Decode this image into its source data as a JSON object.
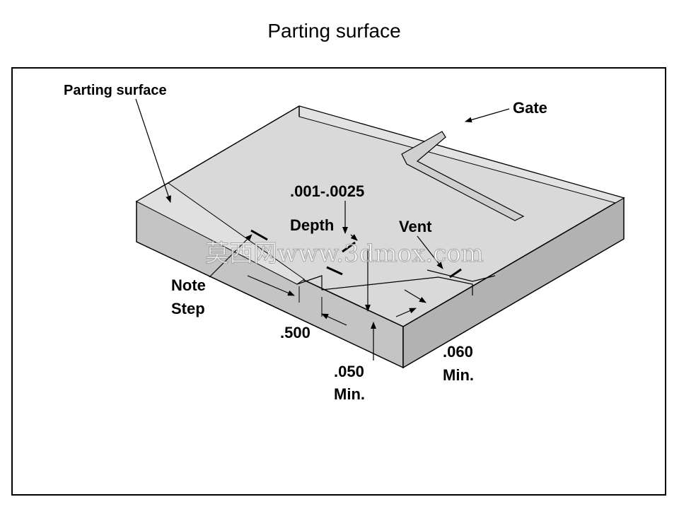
{
  "title": "Parting surface",
  "labels": {
    "parting_surface": "Parting surface",
    "gate": "Gate",
    "depth_value": ".001-.0025",
    "depth": "Depth",
    "vent": "Vent",
    "note": "Note",
    "step": "Step",
    "dim_500": ".500",
    "dim_050": ".050",
    "dim_050_min": "Min.",
    "dim_060": ".060",
    "dim_060_min": "Min."
  },
  "watermark": "莫西网www.3dmox.com",
  "colors": {
    "top_face": "#d9d9d9",
    "front_face": "#c4c4c4",
    "side_face": "#b2b2b2",
    "line": "#000000"
  }
}
